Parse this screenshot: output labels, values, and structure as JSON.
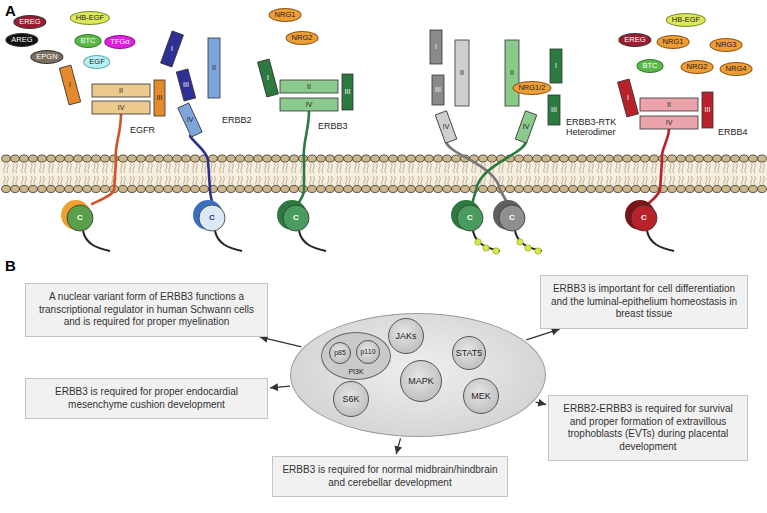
{
  "diagram": {
    "nodes": [
      {
        "text": [
          "EREG"
        ]
      },
      {
        "text": [
          "HB-EGF"
        ]
      },
      {
        "text": [
          "AREG"
        ]
      },
      {
        "text": [
          "BTC"
        ]
      },
      {
        "text": [
          "TFGα"
        ]
      },
      {
        "text": [
          "EPGN"
        ]
      },
      {
        "text": [
          "EGF"
        ]
      },
      {
        "text": [
          "NRG1"
        ]
      },
      {
        "text": [
          "NRG2"
        ]
      },
      {
        "text": [
          "NRG1/2"
        ]
      },
      {
        "text": [
          "HB-EGF"
        ]
      },
      {
        "text": [
          "EREG"
        ]
      },
      {
        "text": [
          "NRG3"
        ]
      },
      {
        "text": [
          "NRG1"
        ]
      },
      {
        "text": [
          "BTC"
        ]
      },
      {
        "text": [
          "NRG2"
        ]
      },
      {
        "text": [
          "NRG4"
        ]
      },
      {
        "text": [
          "A nuclear variant form of ERBB3 functions a transcriptional regulator in human Schwann cells and is required for proper myelination"
        ]
      },
      {
        "text": [
          "ERBB3 is important for cell differentiation and the luminal-epithelium homeostasis in breast tissue"
        ]
      },
      {
        "text": []
      },
      {
        "text": [
          "JAKs"
        ],
        "in": 19
      },
      {
        "text": [
          "PI3K"
        ],
        "in": 19
      },
      {
        "text": [
          "p110"
        ],
        "in": 21
      },
      {
        "text": [
          "p85"
        ],
        "in": 21
      },
      {
        "text": [
          "STAT5"
        ],
        "in": 19
      },
      {
        "text": [
          "MAPK"
        ],
        "in": 19
      },
      {
        "text": [
          "S6K"
        ],
        "in": 19
      },
      {
        "text": [
          "MEK"
        ],
        "in": 19
      },
      {
        "text": [
          "ERBB3 is required for proper endocardial mesenchyme cushion development"
        ]
      },
      {
        "text": [
          "ERBB2-ERBB3 is required for survival and proper formation of extravillous trophoblasts (EVTs) during placental development"
        ]
      },
      {
        "text": [
          "ERBB3 is required for normal midbrain/hindbrain and cerebellar development"
        ]
      }
    ],
    "edges": [
      {
        "from": 19,
        "to": 17,
        "arrow": "to"
      },
      {
        "from": 19,
        "to": 18,
        "arrow": "to"
      },
      {
        "from": 19,
        "to": 28,
        "arrow": "to"
      },
      {
        "from": 19,
        "to": 29,
        "arrow": "to"
      },
      {
        "from": 19,
        "to": 30,
        "arrow": "to"
      }
    ],
    "labels": [
      "A",
      "I",
      "II",
      "IV",
      "III",
      "EGFR",
      "I",
      "III",
      "II",
      "IV",
      "ERBB2",
      "I",
      "II",
      "IV",
      "III",
      "ERBB3",
      "I",
      "II",
      "III",
      "IV",
      "I",
      "II",
      "III",
      "IV",
      "ERBB3-RTK Heterodimer",
      "I",
      "II",
      "IV",
      "III",
      "ERBB4",
      "C",
      "C",
      "C",
      "C",
      "C",
      "C",
      "B"
    ]
  }
}
